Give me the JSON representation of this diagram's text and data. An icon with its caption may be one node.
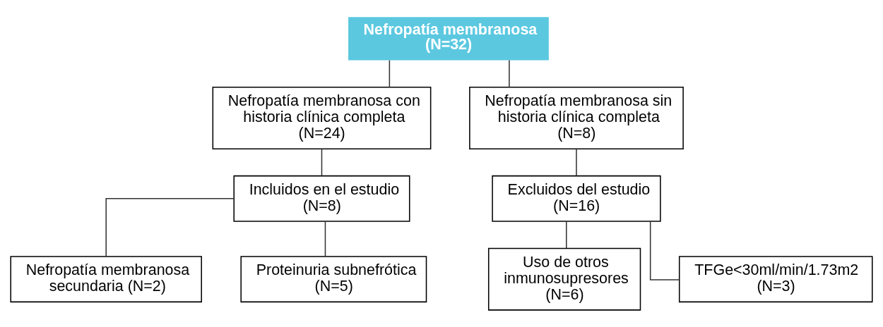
{
  "diagram": {
    "nodes": [
      {
        "text": [
          "Nefropatía membranosa",
          "(N=32)"
        ]
      },
      {
        "text": [
          "Nefropatía membranosa con historia clínica completa",
          "(N=24)"
        ]
      },
      {
        "text": [
          "Nefropatía membranosa sin historia clínica completa",
          "(N=8)"
        ]
      },
      {
        "text": [
          "Incluidos en el estudio",
          "(N=8)"
        ]
      },
      {
        "text": [
          "Excluidos del estudio",
          "(N=16)"
        ]
      },
      {
        "text": [
          "Nefropatía membranosa secundaria (N=2)"
        ]
      },
      {
        "text": [
          "Proteinuria subnefrótica",
          "(N=5)"
        ]
      },
      {
        "text": [
          "Uso de otros inmunosupresores",
          "(N=6)"
        ]
      },
      {
        "text": [
          "TFGe<30ml/min/1.73m2",
          "(N=3)"
        ]
      }
    ],
    "edges": [
      {
        "from": 0,
        "to": 1,
        "arrow": "none"
      },
      {
        "from": 0,
        "to": 2,
        "arrow": "none"
      },
      {
        "from": 1,
        "to": 3,
        "arrow": "none"
      },
      {
        "from": 2,
        "to": 4,
        "arrow": "none"
      },
      {
        "from": 3,
        "to": 5,
        "arrow": "none"
      },
      {
        "from": 3,
        "to": 6,
        "arrow": "none"
      },
      {
        "from": 4,
        "to": 7,
        "arrow": "none"
      },
      {
        "from": 4,
        "to": 8,
        "arrow": "none"
      }
    ]
  }
}
